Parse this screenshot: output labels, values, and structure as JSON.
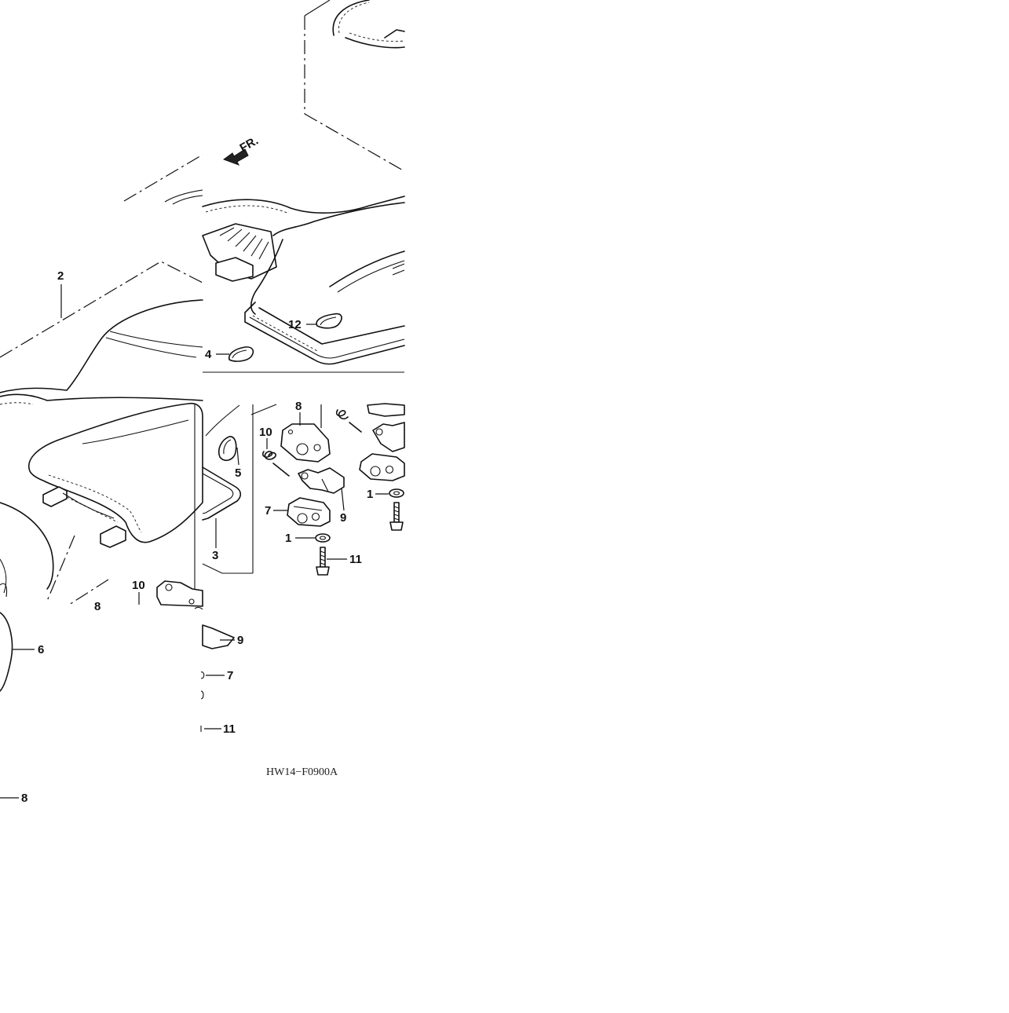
{
  "diagram": {
    "direction_marker": "FR.",
    "drawing_code": "HW14−F0900A",
    "callouts": {
      "c2": "2",
      "c12": "12",
      "c4": "4",
      "c5": "5",
      "c3": "3",
      "c8a": "8",
      "c10a": "10",
      "c7a": "7",
      "c9a": "9",
      "c1a": "1",
      "c11a": "11",
      "c1b": "1",
      "c6": "6",
      "c10b": "10",
      "c8b": "8",
      "c9b": "9",
      "c7b": "7",
      "c11b": "11",
      "c8c": "8"
    }
  }
}
